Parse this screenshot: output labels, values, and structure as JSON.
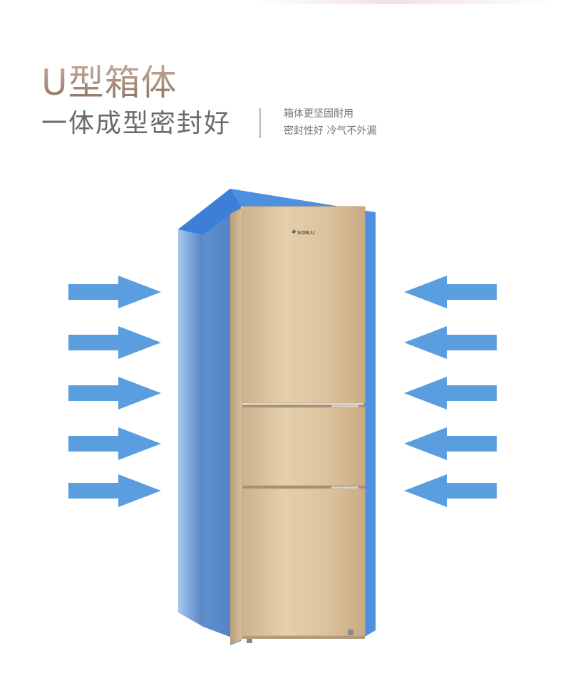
{
  "headline": {
    "title": "U型箱体",
    "subtitle": "一体成型密封好"
  },
  "description": {
    "line1": "箱体更坚固耐用",
    "line2": "密封性好 冷气不外漏"
  },
  "brand": {
    "logo_text": "SONLU"
  },
  "colors": {
    "arrow": "#5b9ee0",
    "shell": "#4f8fdf",
    "fridge_gold": "#dcc29b"
  },
  "arrows": {
    "left_direction": "right",
    "right_direction": "left",
    "count_per_side": 5
  }
}
